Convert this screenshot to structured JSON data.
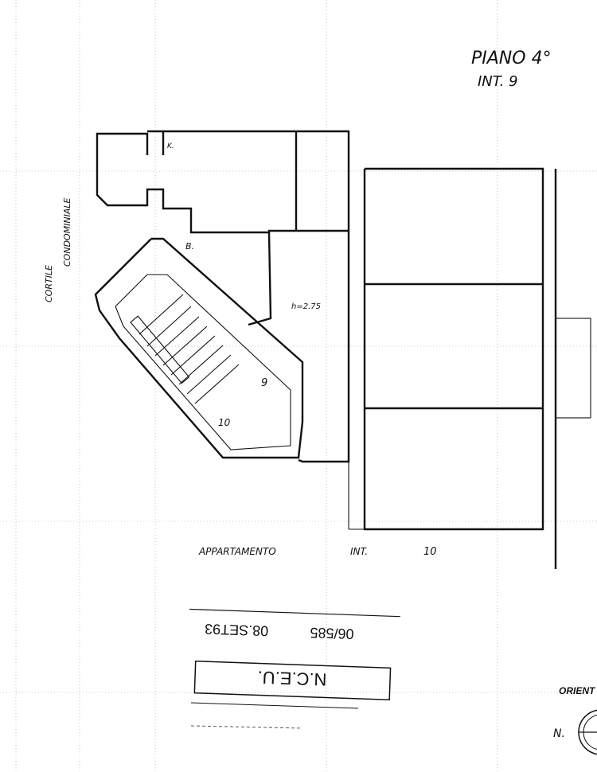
{
  "header": {
    "floor": "PIANO 4°",
    "unit": "INT. 9"
  },
  "rooms": {
    "kitchen": "K.",
    "bath": "B.",
    "height": "h=2.75",
    "stair_unit_9": "9",
    "stair_unit_10": "10"
  },
  "courtyard": {
    "line1": "CORTILE",
    "line2": "CONDOMINIALE"
  },
  "neighbor": {
    "label": "APPARTAMENTO",
    "int": "INT.",
    "number": "10"
  },
  "stamp": {
    "title": "N.C.E.U.",
    "code": "06/585",
    "date": "08.SET93"
  },
  "orientation": {
    "label": "ORIENT",
    "north": "N."
  }
}
